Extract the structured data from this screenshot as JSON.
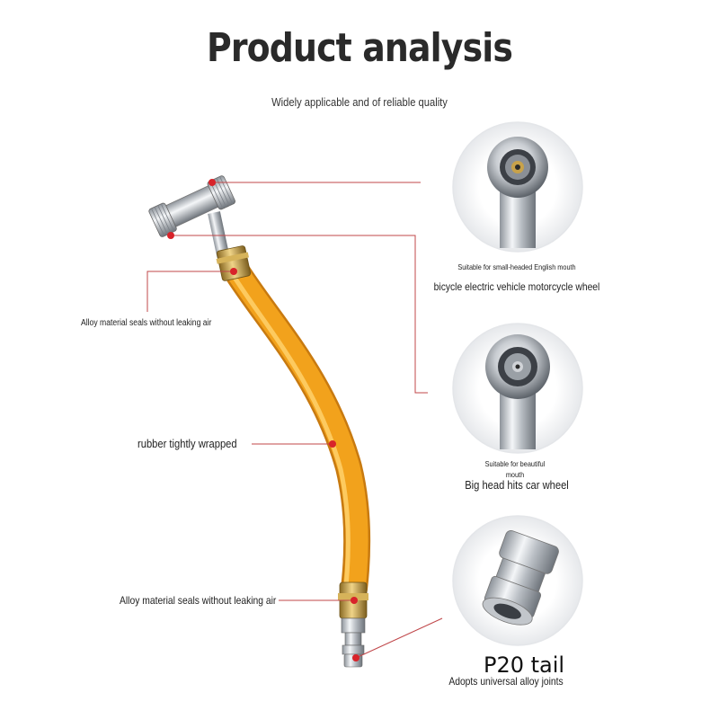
{
  "heading": {
    "title": "Product analysis",
    "subtitle": "Widely applicable and of reliable quality"
  },
  "callouts": {
    "alloy_top": "Alloy material seals without leaking air",
    "rubber": "rubber tightly wrapped",
    "alloy_bottom": "Alloy material seals without leaking air"
  },
  "detail_1": {
    "caption_small": "Suitable for small-headed English mouth",
    "caption": "bicycle electric vehicle motorcycle wheel"
  },
  "detail_2": {
    "caption_small_line1": "Suitable for beautiful",
    "caption_small_line2": "mouth",
    "caption": "Big head hits car wheel"
  },
  "detail_3": {
    "title": "P20 tail",
    "caption": "Adopts universal alloy joints"
  },
  "colors": {
    "hose": "#f2a21c",
    "hose_highlight": "#ffd470",
    "chrome": "#c9cdd2",
    "brass": "#c8a24a",
    "marker": "#d8232a",
    "leader_line": "#c0474a"
  }
}
